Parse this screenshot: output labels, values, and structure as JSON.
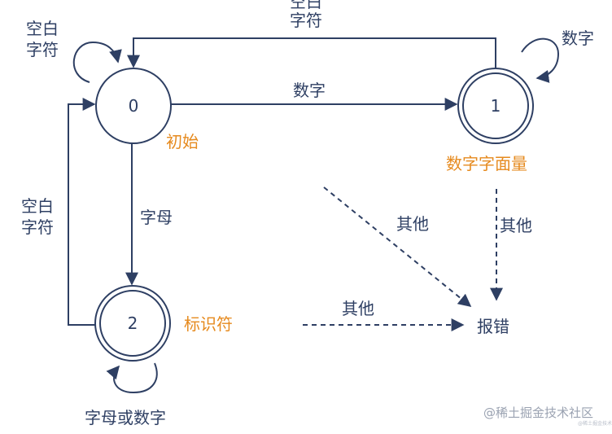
{
  "states": {
    "s0": {
      "id": "0",
      "name": "初始"
    },
    "s1": {
      "id": "1",
      "name": "数字字面量"
    },
    "s2": {
      "id": "2",
      "name": "标识符"
    },
    "error": {
      "name": "报错"
    }
  },
  "transitions": {
    "self_0": [
      "空白",
      "字符"
    ],
    "top_1_to_0": [
      "空白",
      "字符"
    ],
    "left_2_to_0": [
      "空白",
      "字符"
    ],
    "edge_0_to_1": "数字",
    "self_1": "数字",
    "edge_0_to_2": "字母",
    "self_2": "字母或数字",
    "diag_to_error": "其他",
    "from_1_to_error": "其他",
    "from_2_to_error": "其他"
  },
  "watermark": {
    "main": "@稀土掘金技术社区",
    "sub": "@稀土掘金技术"
  },
  "colors": {
    "stroke": "#2e3f63",
    "accent": "#e68a1e",
    "watermark": "#9aa2b1"
  }
}
